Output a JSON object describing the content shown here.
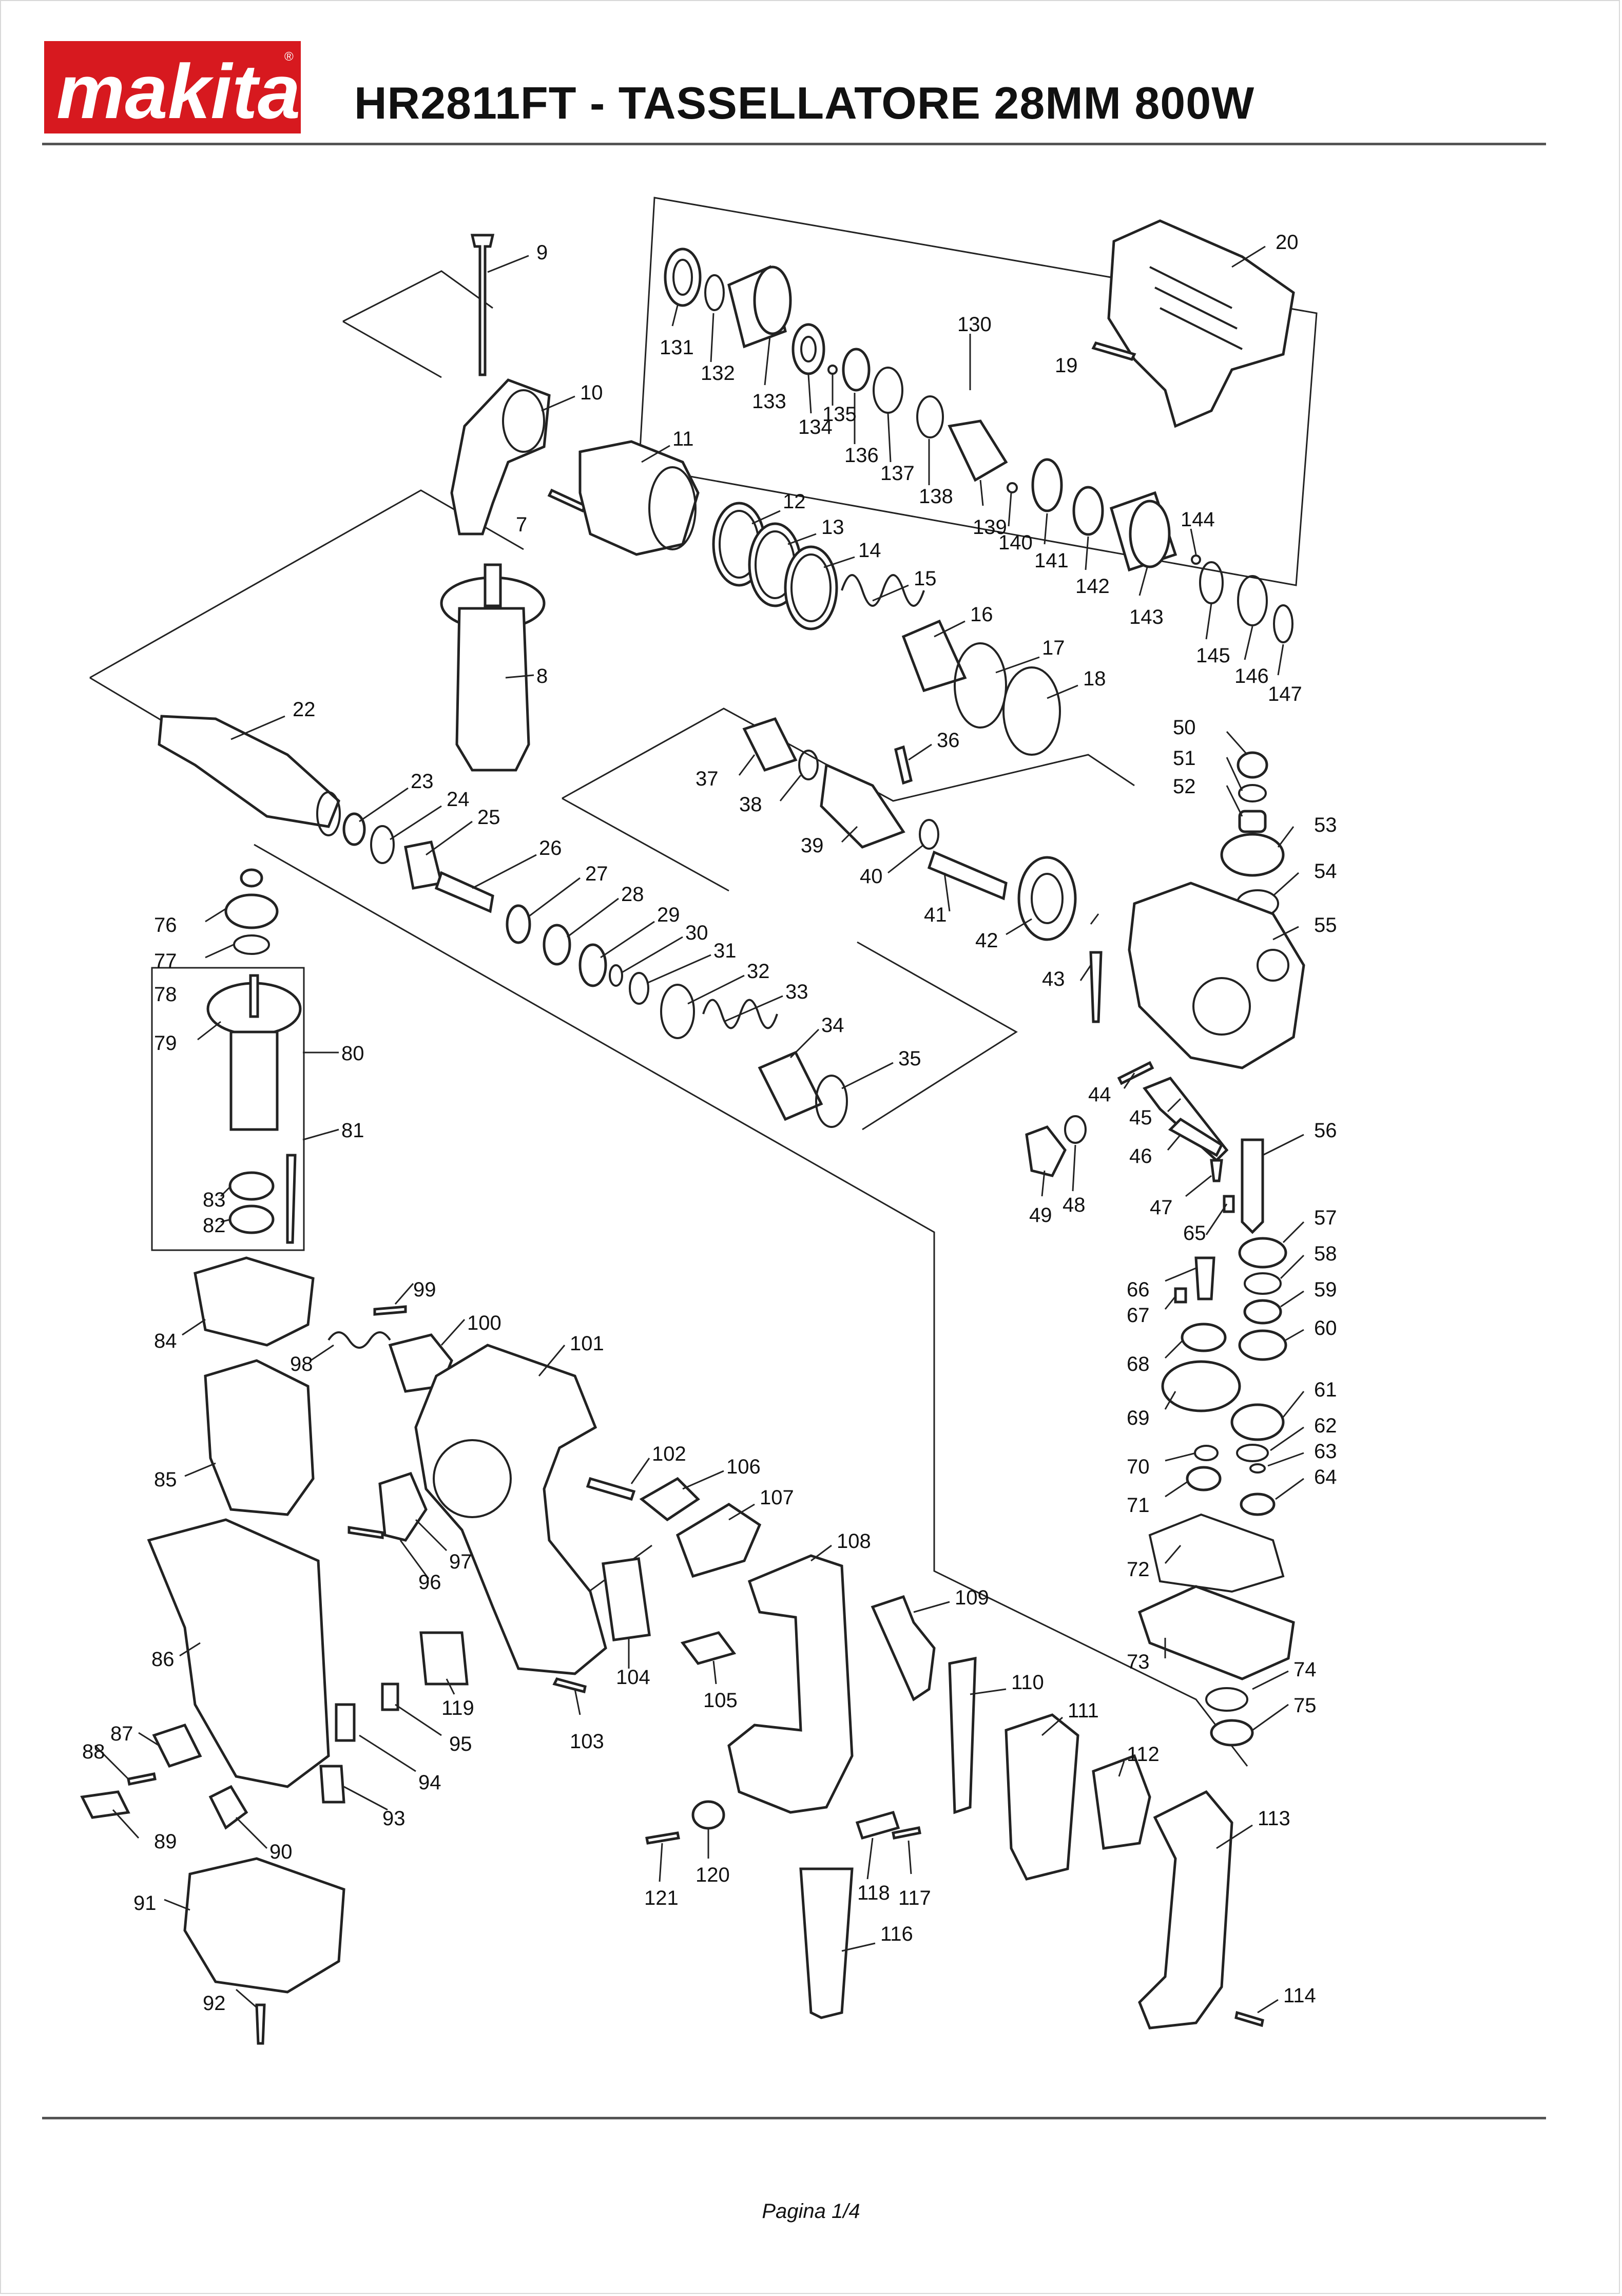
{
  "header": {
    "brand": "makita",
    "title": "HR2811FT - TASSELLATORE 28MM 800W"
  },
  "footer": {
    "page_label": "Pagina 1/4"
  },
  "diagram": {
    "part_numbers": [
      "7",
      "8",
      "9",
      "10",
      "11",
      "12",
      "13",
      "14",
      "15",
      "16",
      "17",
      "18",
      "19",
      "20",
      "22",
      "23",
      "24",
      "25",
      "26",
      "27",
      "28",
      "29",
      "30",
      "31",
      "32",
      "33",
      "34",
      "35",
      "36",
      "37",
      "38",
      "39",
      "40",
      "41",
      "42",
      "43",
      "44",
      "45",
      "46",
      "47",
      "48",
      "49",
      "50",
      "51",
      "52",
      "53",
      "54",
      "55",
      "56",
      "57",
      "58",
      "59",
      "60",
      "61",
      "62",
      "63",
      "64",
      "65",
      "66",
      "67",
      "68",
      "69",
      "70",
      "71",
      "72",
      "73",
      "74",
      "75",
      "76",
      "77",
      "78",
      "79",
      "80",
      "81",
      "82",
      "83",
      "84",
      "85",
      "86",
      "87",
      "88",
      "89",
      "90",
      "91",
      "92",
      "93",
      "94",
      "95",
      "96",
      "97",
      "98",
      "99",
      "100",
      "101",
      "102",
      "103",
      "104",
      "105",
      "106",
      "107",
      "108",
      "109",
      "110",
      "111",
      "112",
      "113",
      "114",
      "116",
      "117",
      "118",
      "119",
      "120",
      "121",
      "130",
      "131",
      "132",
      "133",
      "134",
      "135",
      "136",
      "137",
      "138",
      "139",
      "140",
      "141",
      "142",
      "143",
      "144",
      "145",
      "146",
      "147"
    ]
  },
  "colors": {
    "brand_red": "#d7191f",
    "line": "#222222"
  }
}
